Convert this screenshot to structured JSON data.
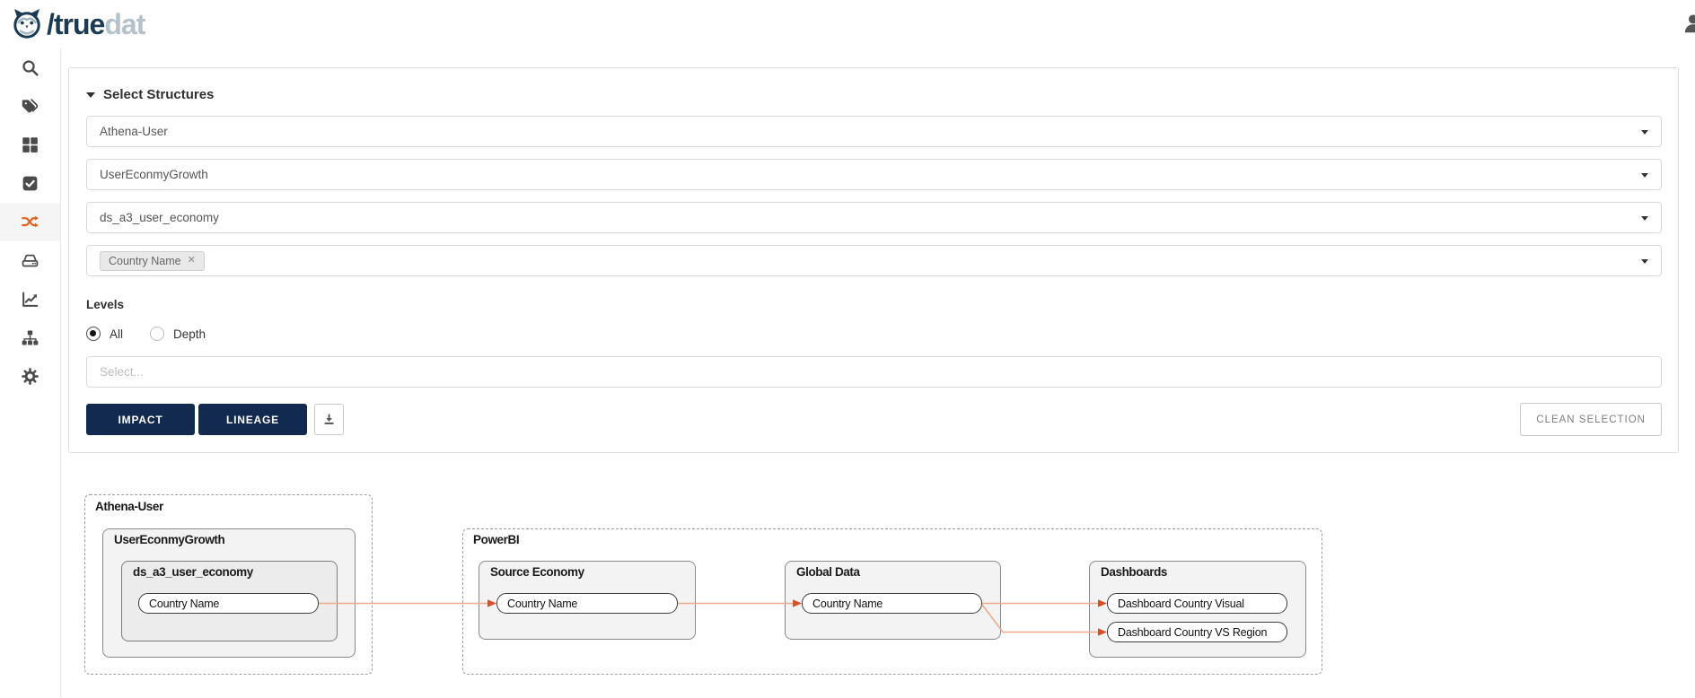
{
  "navbar": {
    "logo": {
      "owl_icon": "owl-logo-icon",
      "slash": "/",
      "brand_primary": "true",
      "brand_secondary": "dat"
    },
    "user_icon": "user-icon"
  },
  "sidebar": {
    "icon_color": "#4A4A4A",
    "active_color": "#E2611C",
    "items": [
      {
        "icon": "search-icon",
        "active": false
      },
      {
        "icon": "tags-icon",
        "active": false
      },
      {
        "icon": "grid-icon",
        "active": false
      },
      {
        "icon": "check-square-icon",
        "active": false
      },
      {
        "icon": "shuffle-icon",
        "active": true
      },
      {
        "icon": "hard-drive-icon",
        "active": false
      },
      {
        "icon": "chart-line-icon",
        "active": false
      },
      {
        "icon": "sitemap-icon",
        "active": false
      },
      {
        "icon": "gear-icon",
        "active": false
      }
    ]
  },
  "panel": {
    "title": "Select Structures",
    "collapse_icon": "caret-down-icon",
    "dropdowns": [
      {
        "value": "Athena-User"
      },
      {
        "value": "UserEconmyGrowth"
      },
      {
        "value": "ds_a3_user_economy"
      },
      {
        "chip": {
          "label": "Country Name",
          "remove_icon": "close-icon"
        }
      }
    ],
    "levels": {
      "label": "Levels",
      "options": [
        {
          "label": "All",
          "selected": true
        },
        {
          "label": "Depth",
          "selected": false
        }
      ]
    },
    "depth_select": {
      "placeholder": "Select..."
    },
    "buttons": {
      "impact": "IMPACT",
      "lineage": "LINEAGE",
      "download_icon": "download-icon",
      "clean_selection": "CLEAN SELECTION"
    }
  },
  "graph": {
    "systems": [
      {
        "label": "Athena-User",
        "group": {
          "label": "UserEconmyGrowth",
          "table": {
            "label": "ds_a3_user_economy",
            "column": "Country Name"
          }
        }
      },
      {
        "label": "PowerBI",
        "nodes": [
          {
            "label": "Source Economy",
            "column": "Country Name"
          },
          {
            "label": "Global Data",
            "column": "Country Name"
          },
          {
            "label": "Dashboards",
            "columns": [
              "Dashboard Country Visual",
              "Dashboard Country VS Region"
            ]
          }
        ]
      }
    ],
    "edges": [
      {
        "from": "Athena-User / ds_a3_user_economy / Country Name",
        "to": "PowerBI / Source Economy / Country Name"
      },
      {
        "from": "PowerBI / Source Economy / Country Name",
        "to": "PowerBI / Global Data / Country Name"
      },
      {
        "from": "PowerBI / Global Data / Country Name",
        "to": "PowerBI / Dashboards / Dashboard Country Visual"
      },
      {
        "from": "PowerBI / Global Data / Country Name",
        "to": "PowerBI / Dashboards / Dashboard Country VS Region"
      }
    ],
    "edge_color": "#ECAC8C",
    "arrow_color": "#DD4E28"
  },
  "colors": {
    "brand_navy": "#132A50",
    "brand_gray": "#B3C2CC",
    "accent_orange": "#E2611C"
  }
}
